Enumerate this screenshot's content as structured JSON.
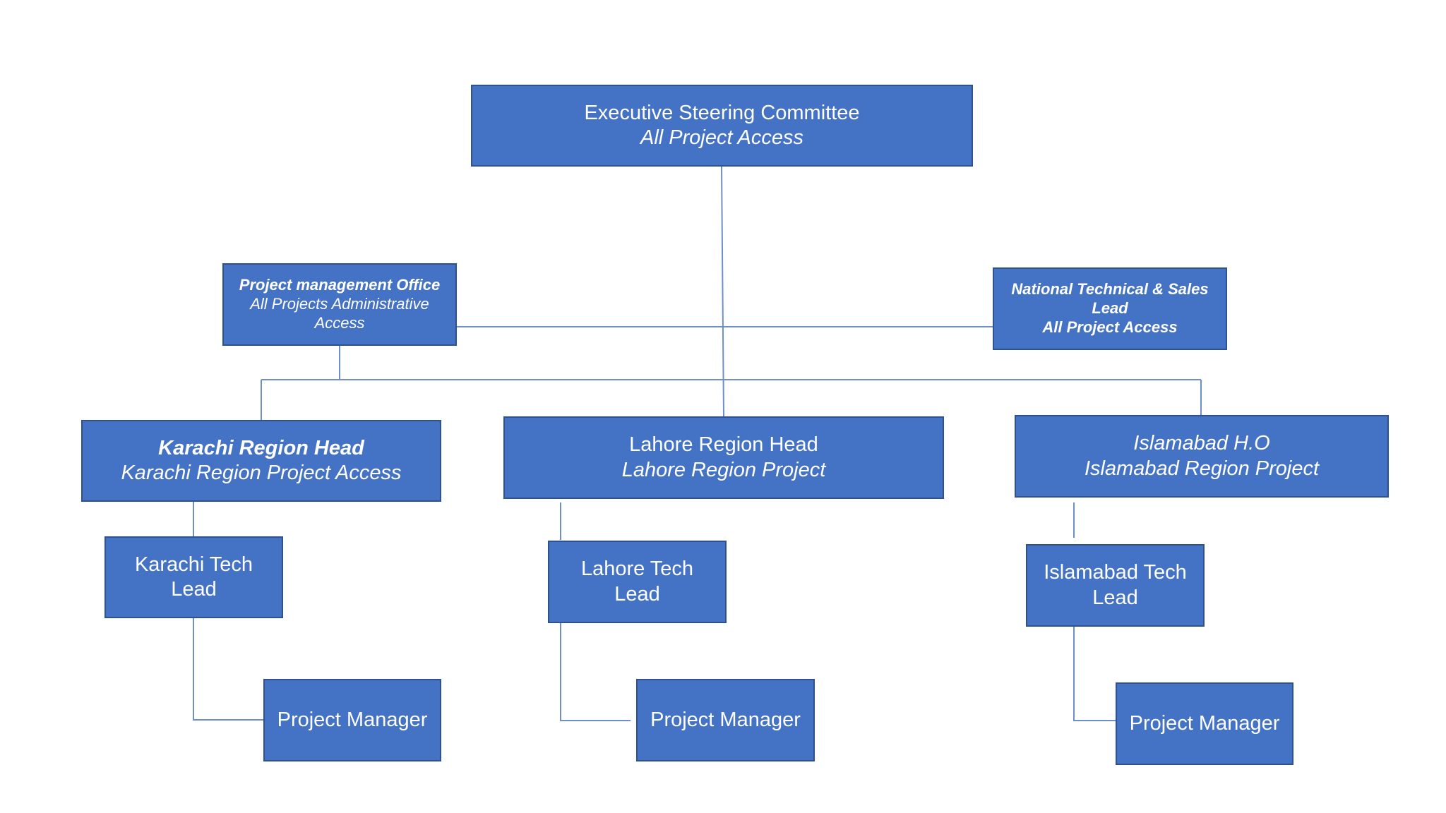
{
  "nodes": {
    "executive": {
      "title": "Executive Steering Committee",
      "subtitle": "All Project Access"
    },
    "pmo": {
      "line1": "Project management Office",
      "line2": "All Projects Administrative",
      "line3": "Access"
    },
    "national": {
      "line1": "National Technical & Sales",
      "line2": "Lead",
      "line3": "All Project Access"
    },
    "karachi_head": {
      "title": "Karachi Region Head",
      "subtitle": "Karachi Region Project Access"
    },
    "lahore_head": {
      "title": "Lahore Region Head",
      "subtitle": "Lahore Region Project"
    },
    "islamabad_head": {
      "title": "Islamabad H.O",
      "subtitle": "Islamabad Region Project"
    },
    "karachi_tech": {
      "line1": "Karachi Tech",
      "line2": "Lead"
    },
    "lahore_tech": {
      "line1": "Lahore Tech",
      "line2": "Lead"
    },
    "islamabad_tech": {
      "line1": "Islamabad Tech",
      "line2": "Lead"
    },
    "karachi_pm": {
      "label": "Project Manager"
    },
    "lahore_pm": {
      "label": "Project Manager"
    },
    "islamabad_pm": {
      "label": "Project Manager"
    }
  },
  "colors": {
    "box_fill": "#4472c4",
    "box_border": "#2f528f",
    "line": "#6f8fcb",
    "text": "#ffffff"
  }
}
